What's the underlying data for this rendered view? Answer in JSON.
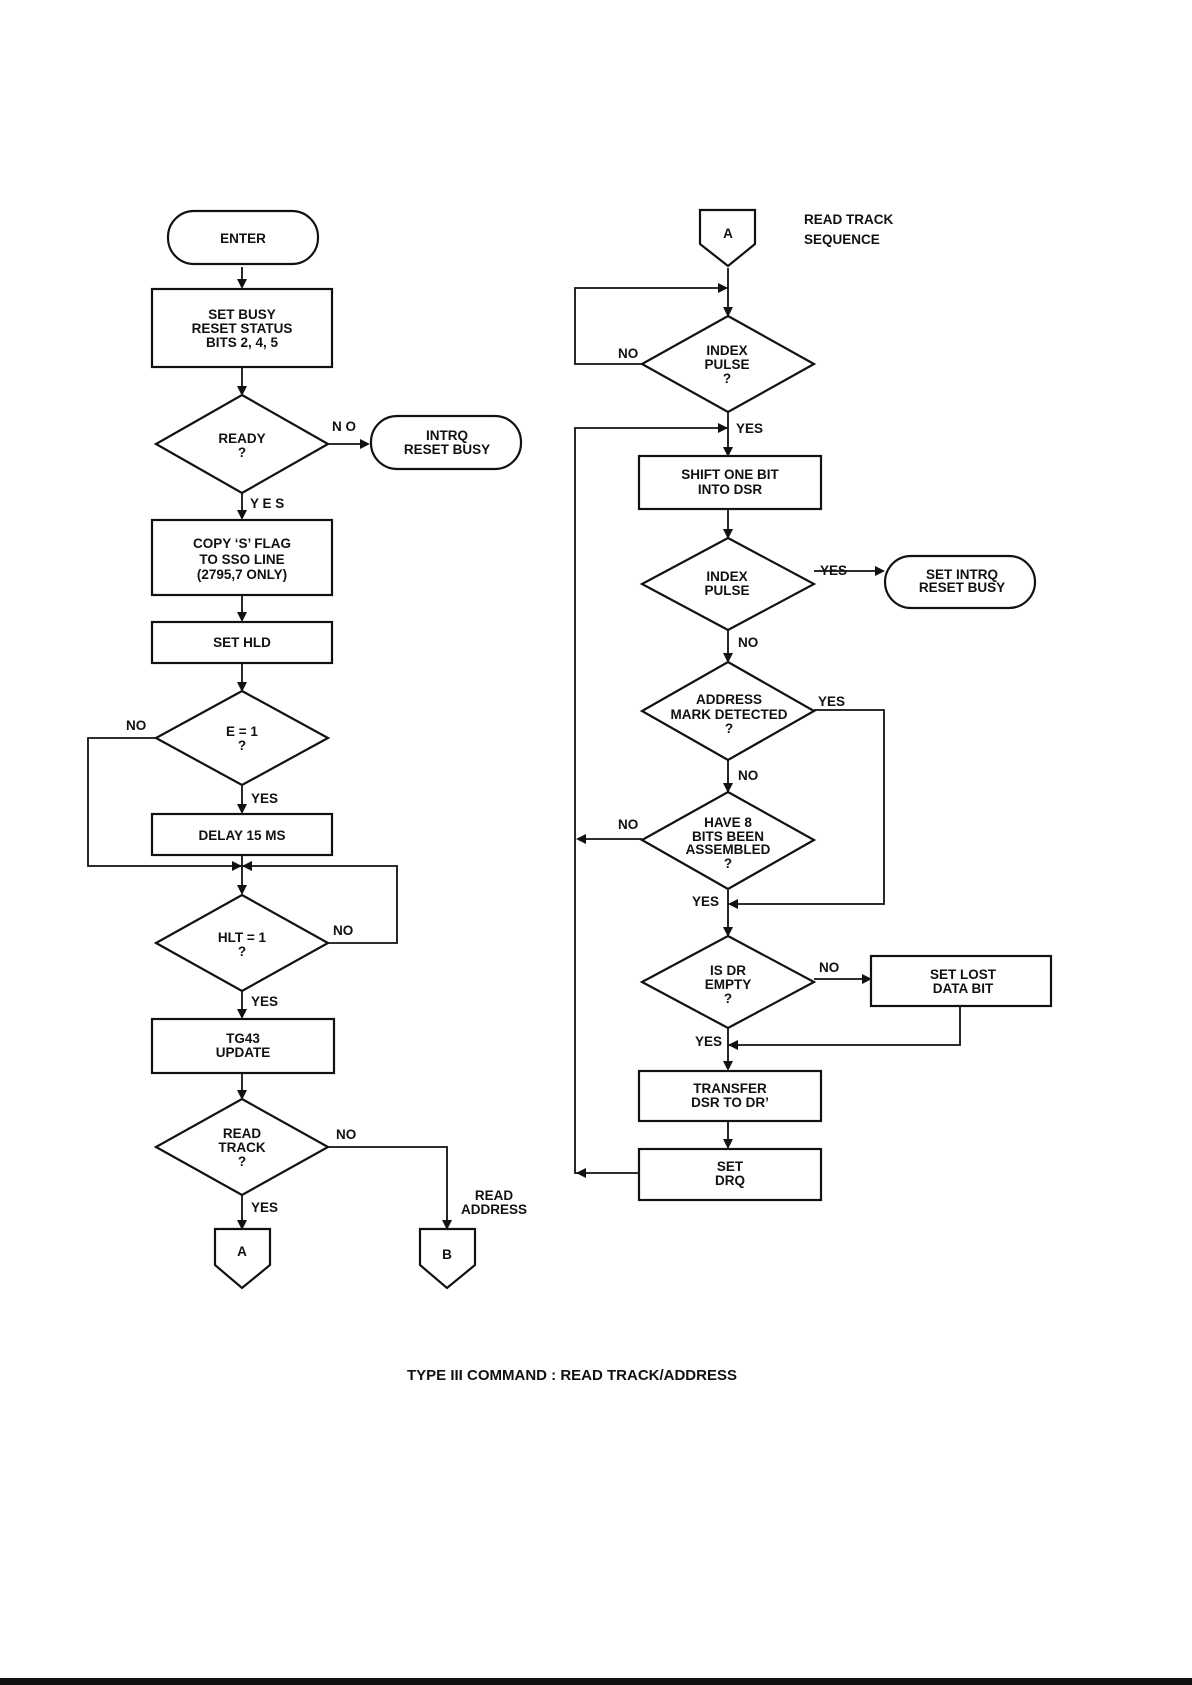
{
  "title": "TYPE III COMMAND : READ TRACK/ADDRESS",
  "left_flow": {
    "enter": "ENTER",
    "set_busy": [
      "SET BUSY",
      "RESET STATUS",
      "BITS 2, 4, 5"
    ],
    "ready": [
      "READY",
      "?"
    ],
    "intrq_reset_busy": [
      "INTRQ",
      "RESET BUSY"
    ],
    "copy_s_flag": [
      "COPY ‘S’ FLAG",
      "TO SSO LINE",
      "(2795,7 ONLY)"
    ],
    "set_hld": "SET HLD",
    "e_equals_1": [
      "E = 1",
      "?"
    ],
    "delay": "DELAY 15 MS",
    "hlt_equals_1": [
      "HLT = 1",
      "?"
    ],
    "tg43_update": [
      "TG43",
      "UPDATE"
    ],
    "read_track": [
      "READ",
      "TRACK",
      "?"
    ],
    "connector_a": "A",
    "connector_b": "B",
    "read_address_label": [
      "READ",
      "ADDRESS"
    ],
    "labels": {
      "ready_no": "N O",
      "ready_yes": "Y E S",
      "e_no": "NO",
      "e_yes": "YES",
      "hlt_no": "NO",
      "hlt_yes": "YES",
      "read_track_no": "NO",
      "read_track_yes": "YES"
    }
  },
  "right_flow": {
    "connector_a": "A",
    "sequence_label": [
      "READ TRACK",
      "SEQUENCE"
    ],
    "index_pulse_1": [
      "INDEX",
      "PULSE",
      "?"
    ],
    "shift_one_bit": [
      "SHIFT ONE BIT",
      "INTO DSR"
    ],
    "index_pulse_2": [
      "INDEX",
      "PULSE"
    ],
    "set_intrq": [
      "SET INTRQ",
      "RESET BUSY"
    ],
    "address_mark": [
      "ADDRESS",
      "MARK DETECTED",
      "?"
    ],
    "have_8_bits": [
      "HAVE 8",
      "BITS BEEN",
      "ASSEMBLED",
      "?"
    ],
    "is_dr_empty": [
      "IS DR",
      "EMPTY",
      "?"
    ],
    "set_lost_data": [
      "SET LOST",
      "DATA BIT"
    ],
    "transfer": [
      "TRANSFER",
      "DSR TO DR’"
    ],
    "set_drq": [
      "SET",
      "DRQ"
    ],
    "labels": {
      "index1_no": "NO",
      "index1_yes": "YES",
      "index2_yes": "YES",
      "index2_no": "NO",
      "address_yes": "YES",
      "address_no": "NO",
      "have8_no": "NO",
      "have8_yes": "YES",
      "dr_no": "NO",
      "dr_yes": "YES"
    }
  }
}
